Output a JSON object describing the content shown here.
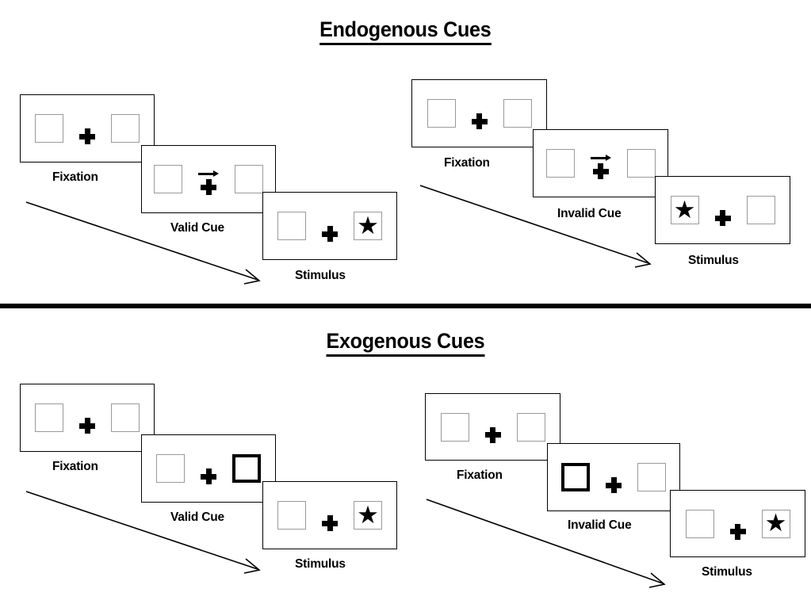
{
  "figure": {
    "type": "diagram",
    "description": "Posner spatial cueing paradigm: two panels comparing endogenous (central arrow) and exogenous (peripheral flash) cues, each showing a valid-cue and an invalid-cue trial sequence."
  },
  "sections": [
    {
      "id": "endogenous",
      "title": "Endogenous Cues",
      "sequences": [
        {
          "id": "endogenous-valid",
          "validity": "valid",
          "panels": [
            {
              "caption": "Fixation",
              "left_box": {
                "state": "normal",
                "content": ""
              },
              "right_box": {
                "state": "normal",
                "content": ""
              },
              "center": {
                "arrow": "none",
                "fixation": "plus"
              }
            },
            {
              "caption": "Valid Cue",
              "left_box": {
                "state": "normal",
                "content": ""
              },
              "right_box": {
                "state": "normal",
                "content": ""
              },
              "center": {
                "arrow": "right",
                "fixation": "plus"
              }
            },
            {
              "caption": "Stimulus",
              "left_box": {
                "state": "normal",
                "content": ""
              },
              "right_box": {
                "state": "normal",
                "content": "★"
              },
              "center": {
                "arrow": "none",
                "fixation": "plus"
              }
            }
          ],
          "time_arrow": {
            "label": "",
            "direction": "down-right"
          }
        },
        {
          "id": "endogenous-invalid",
          "validity": "invalid",
          "panels": [
            {
              "caption": "Fixation",
              "left_box": {
                "state": "normal",
                "content": ""
              },
              "right_box": {
                "state": "normal",
                "content": ""
              },
              "center": {
                "arrow": "none",
                "fixation": "plus"
              }
            },
            {
              "caption": "Invalid Cue",
              "left_box": {
                "state": "normal",
                "content": ""
              },
              "right_box": {
                "state": "normal",
                "content": ""
              },
              "center": {
                "arrow": "right",
                "fixation": "plus"
              }
            },
            {
              "caption": "Stimulus",
              "left_box": {
                "state": "normal",
                "content": "★"
              },
              "right_box": {
                "state": "normal",
                "content": ""
              },
              "center": {
                "arrow": "none",
                "fixation": "plus"
              }
            }
          ],
          "time_arrow": {
            "label": "",
            "direction": "down-right"
          }
        }
      ]
    },
    {
      "id": "exogenous",
      "title": "Exogenous Cues",
      "sequences": [
        {
          "id": "exogenous-valid",
          "validity": "valid",
          "panels": [
            {
              "caption": "Fixation",
              "left_box": {
                "state": "normal",
                "content": ""
              },
              "right_box": {
                "state": "normal",
                "content": ""
              },
              "center": {
                "arrow": "none",
                "fixation": "plus"
              }
            },
            {
              "caption": "Valid Cue",
              "left_box": {
                "state": "normal",
                "content": ""
              },
              "right_box": {
                "state": "cued",
                "content": ""
              },
              "center": {
                "arrow": "none",
                "fixation": "plus"
              }
            },
            {
              "caption": "Stimulus",
              "left_box": {
                "state": "normal",
                "content": ""
              },
              "right_box": {
                "state": "normal",
                "content": "★"
              },
              "center": {
                "arrow": "none",
                "fixation": "plus"
              }
            }
          ],
          "time_arrow": {
            "label": "",
            "direction": "down-right"
          }
        },
        {
          "id": "exogenous-invalid",
          "validity": "invalid",
          "panels": [
            {
              "caption": "Fixation",
              "left_box": {
                "state": "normal",
                "content": ""
              },
              "right_box": {
                "state": "normal",
                "content": ""
              },
              "center": {
                "arrow": "none",
                "fixation": "plus"
              }
            },
            {
              "caption": "Invalid Cue",
              "left_box": {
                "state": "cued",
                "content": ""
              },
              "right_box": {
                "state": "normal",
                "content": ""
              },
              "center": {
                "arrow": "none",
                "fixation": "plus"
              }
            },
            {
              "caption": "Stimulus",
              "left_box": {
                "state": "normal",
                "content": ""
              },
              "right_box": {
                "state": "normal",
                "content": "★"
              },
              "center": {
                "arrow": "none",
                "fixation": "plus"
              }
            }
          ],
          "time_arrow": {
            "label": "",
            "direction": "down-right"
          }
        }
      ]
    }
  ],
  "colors": {
    "background": "#ffffff",
    "ink": "#000000",
    "box_outline": "#9a9a9a",
    "frame_outline": "#000000",
    "divider": "#000000"
  }
}
